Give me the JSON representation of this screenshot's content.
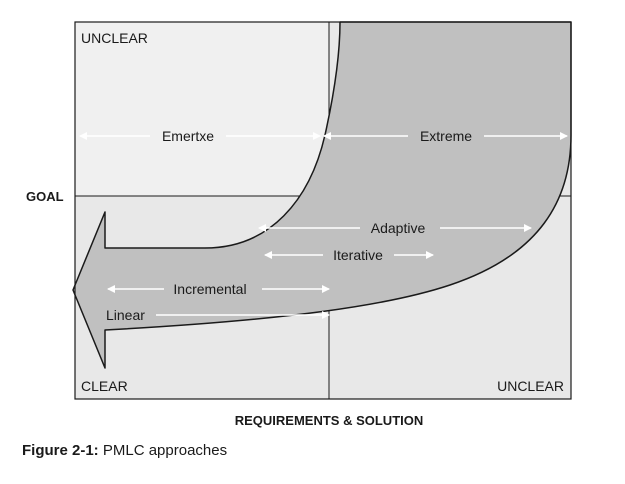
{
  "quadrants": {
    "top_left": "UNCLEAR",
    "bottom_left": "CLEAR",
    "bottom_right": "UNCLEAR"
  },
  "axes": {
    "y": "GOAL",
    "x": "REQUIREMENTS & SOLUTION"
  },
  "approaches": {
    "emertxe": "Emertxe",
    "extreme": "Extreme",
    "adaptive": "Adaptive",
    "iterative": "Iterative",
    "incremental": "Incremental",
    "linear": "Linear"
  },
  "caption": {
    "number": "Figure 2-1:",
    "text": "PMLC approaches"
  },
  "colors": {
    "quadrant_light": "#f0f0f0",
    "quadrant_medium": "#e8e8e8",
    "arrow_fill": "#c0c0c0",
    "stroke": "#1a1a1a",
    "band_arrow": "#ffffff"
  }
}
